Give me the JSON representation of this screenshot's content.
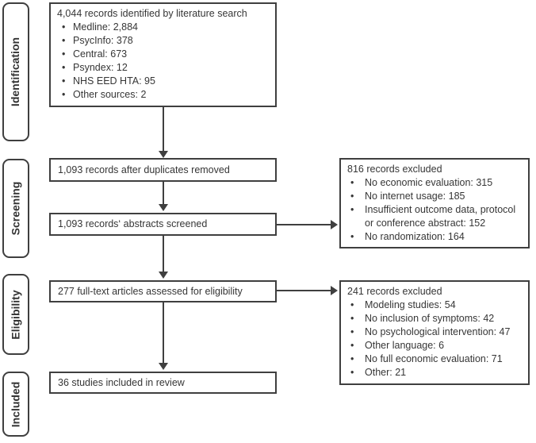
{
  "stages": {
    "identification": "Identification",
    "screening": "Screening",
    "eligibility": "Eligibility",
    "included": "Included"
  },
  "flow": {
    "identified": {
      "title": "4,044 records identified by literature search",
      "items": [
        "Medline: 2,884",
        "PsycInfo: 378",
        "Central: 673",
        "Psyndex: 12",
        "NHS EED HTA: 95",
        "Other sources: 2"
      ]
    },
    "after_duplicates": "1,093 records after duplicates removed",
    "abstracts_screened": "1,093 records‘ abstracts screened",
    "fulltext_assessed": "277 full-text articles assessed for eligibility",
    "included_in_review": "36 studies included in review"
  },
  "excluded_screening": {
    "title": "816 records excluded",
    "items": [
      "No economic evaluation: 315",
      "No internet usage: 185",
      "Insufficient outcome data, protocol or conference abstract: 152",
      "No randomization: 164"
    ]
  },
  "excluded_eligibility": {
    "title": "241 records excluded",
    "items": [
      "Modeling studies: 54",
      "No inclusion of symptoms: 42",
      "No psychological intervention: 47",
      "Other language: 6",
      "No full economic evaluation: 71",
      "Other: 21"
    ]
  },
  "glyphs": {
    "bullet": "•"
  },
  "colors": {
    "border": "#3f3f3f",
    "text": "#363636",
    "background": "#ffffff"
  }
}
